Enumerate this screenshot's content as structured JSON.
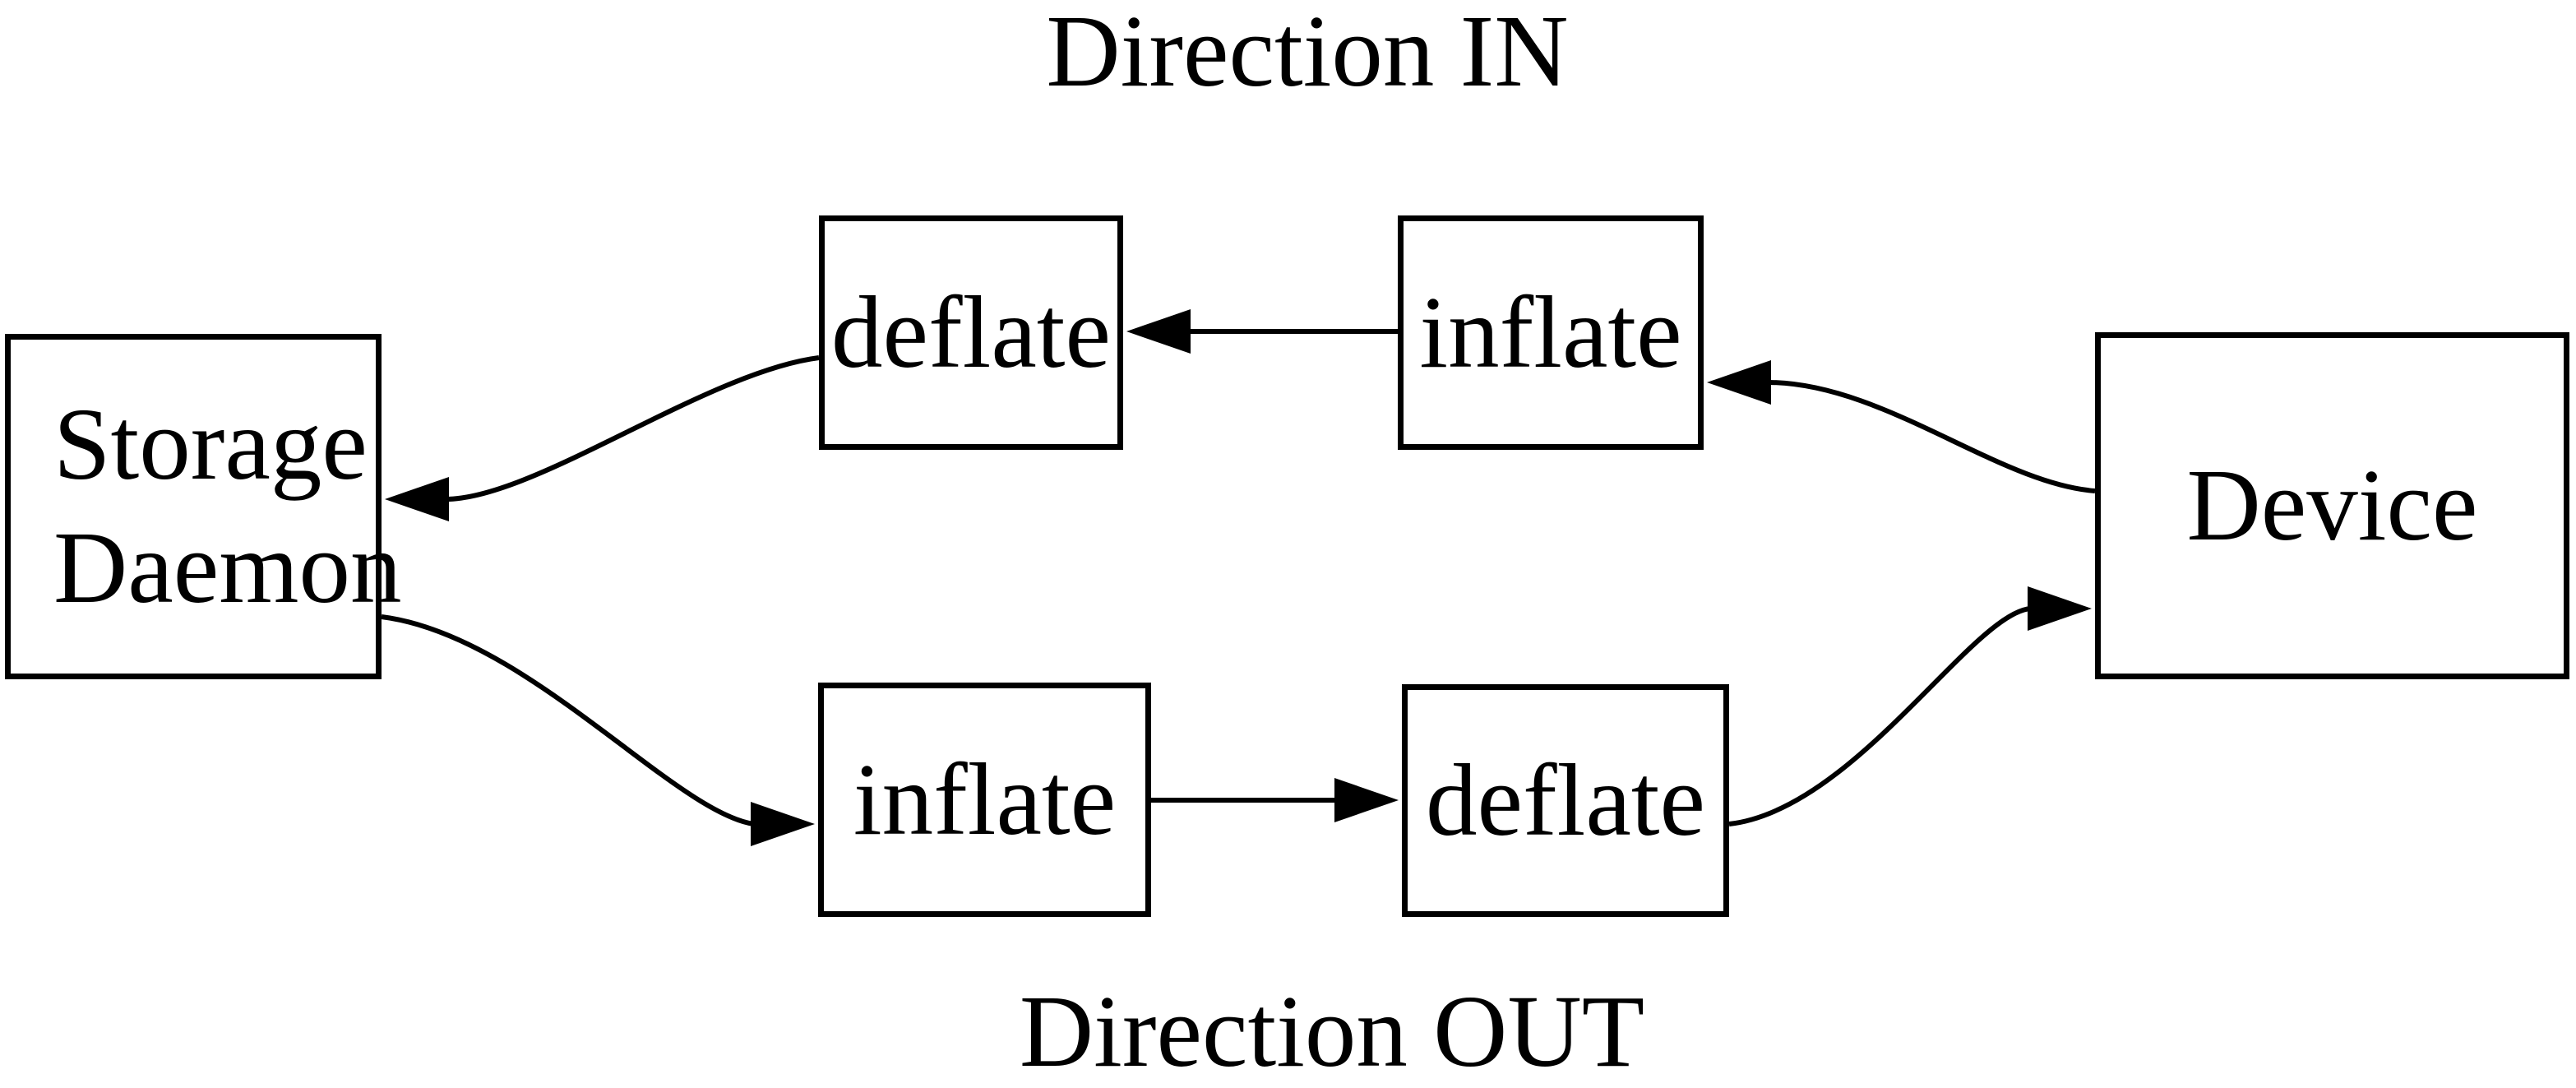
{
  "diagram": {
    "titles": {
      "direction_in": "Direction IN",
      "direction_out": "Direction OUT"
    },
    "nodes": {
      "storage_daemon": {
        "line1": "Storage",
        "line2": "Daemon"
      },
      "deflate_in": {
        "label": "deflate"
      },
      "inflate_in": {
        "label": "inflate"
      },
      "inflate_out": {
        "label": "inflate"
      },
      "deflate_out": {
        "label": "deflate"
      },
      "device": {
        "label": "Device"
      }
    },
    "flows": {
      "direction_in": [
        "Device",
        "inflate",
        "deflate",
        "Storage Daemon"
      ],
      "direction_out": [
        "Storage Daemon",
        "inflate",
        "deflate",
        "Device"
      ]
    },
    "colors": {
      "stroke": "#000000",
      "text": "#000000",
      "background": "#ffffff"
    }
  }
}
